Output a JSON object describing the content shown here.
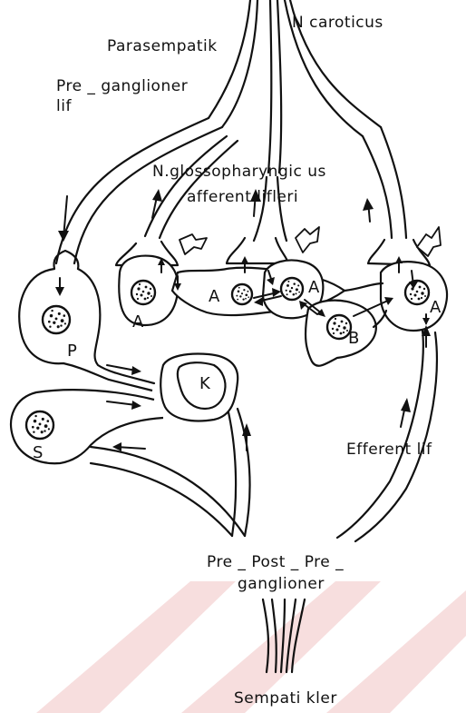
{
  "labels": {
    "n_caroticus": "N caroticus",
    "parasempatik": "Parasempatik",
    "pre_ganglioner": "Pre _ ganglioner",
    "lif": "lif",
    "glosso_line1": "N.glossopharyngic us",
    "glosso_line2": "afferent lifleri",
    "efferent_lif": "Efferent lif",
    "pre_post_pre": "Pre _ Post _ Pre _",
    "ganglioner": "ganglioner",
    "sempatikler": "Sempati kler"
  },
  "cell_letters": {
    "a1": "A",
    "a2": "A",
    "a3": "A",
    "a4": "A",
    "b": "B",
    "p": "P",
    "k": "K",
    "s": "S"
  },
  "colors": {
    "ink": "#111111",
    "watermark": "#f7dede"
  }
}
